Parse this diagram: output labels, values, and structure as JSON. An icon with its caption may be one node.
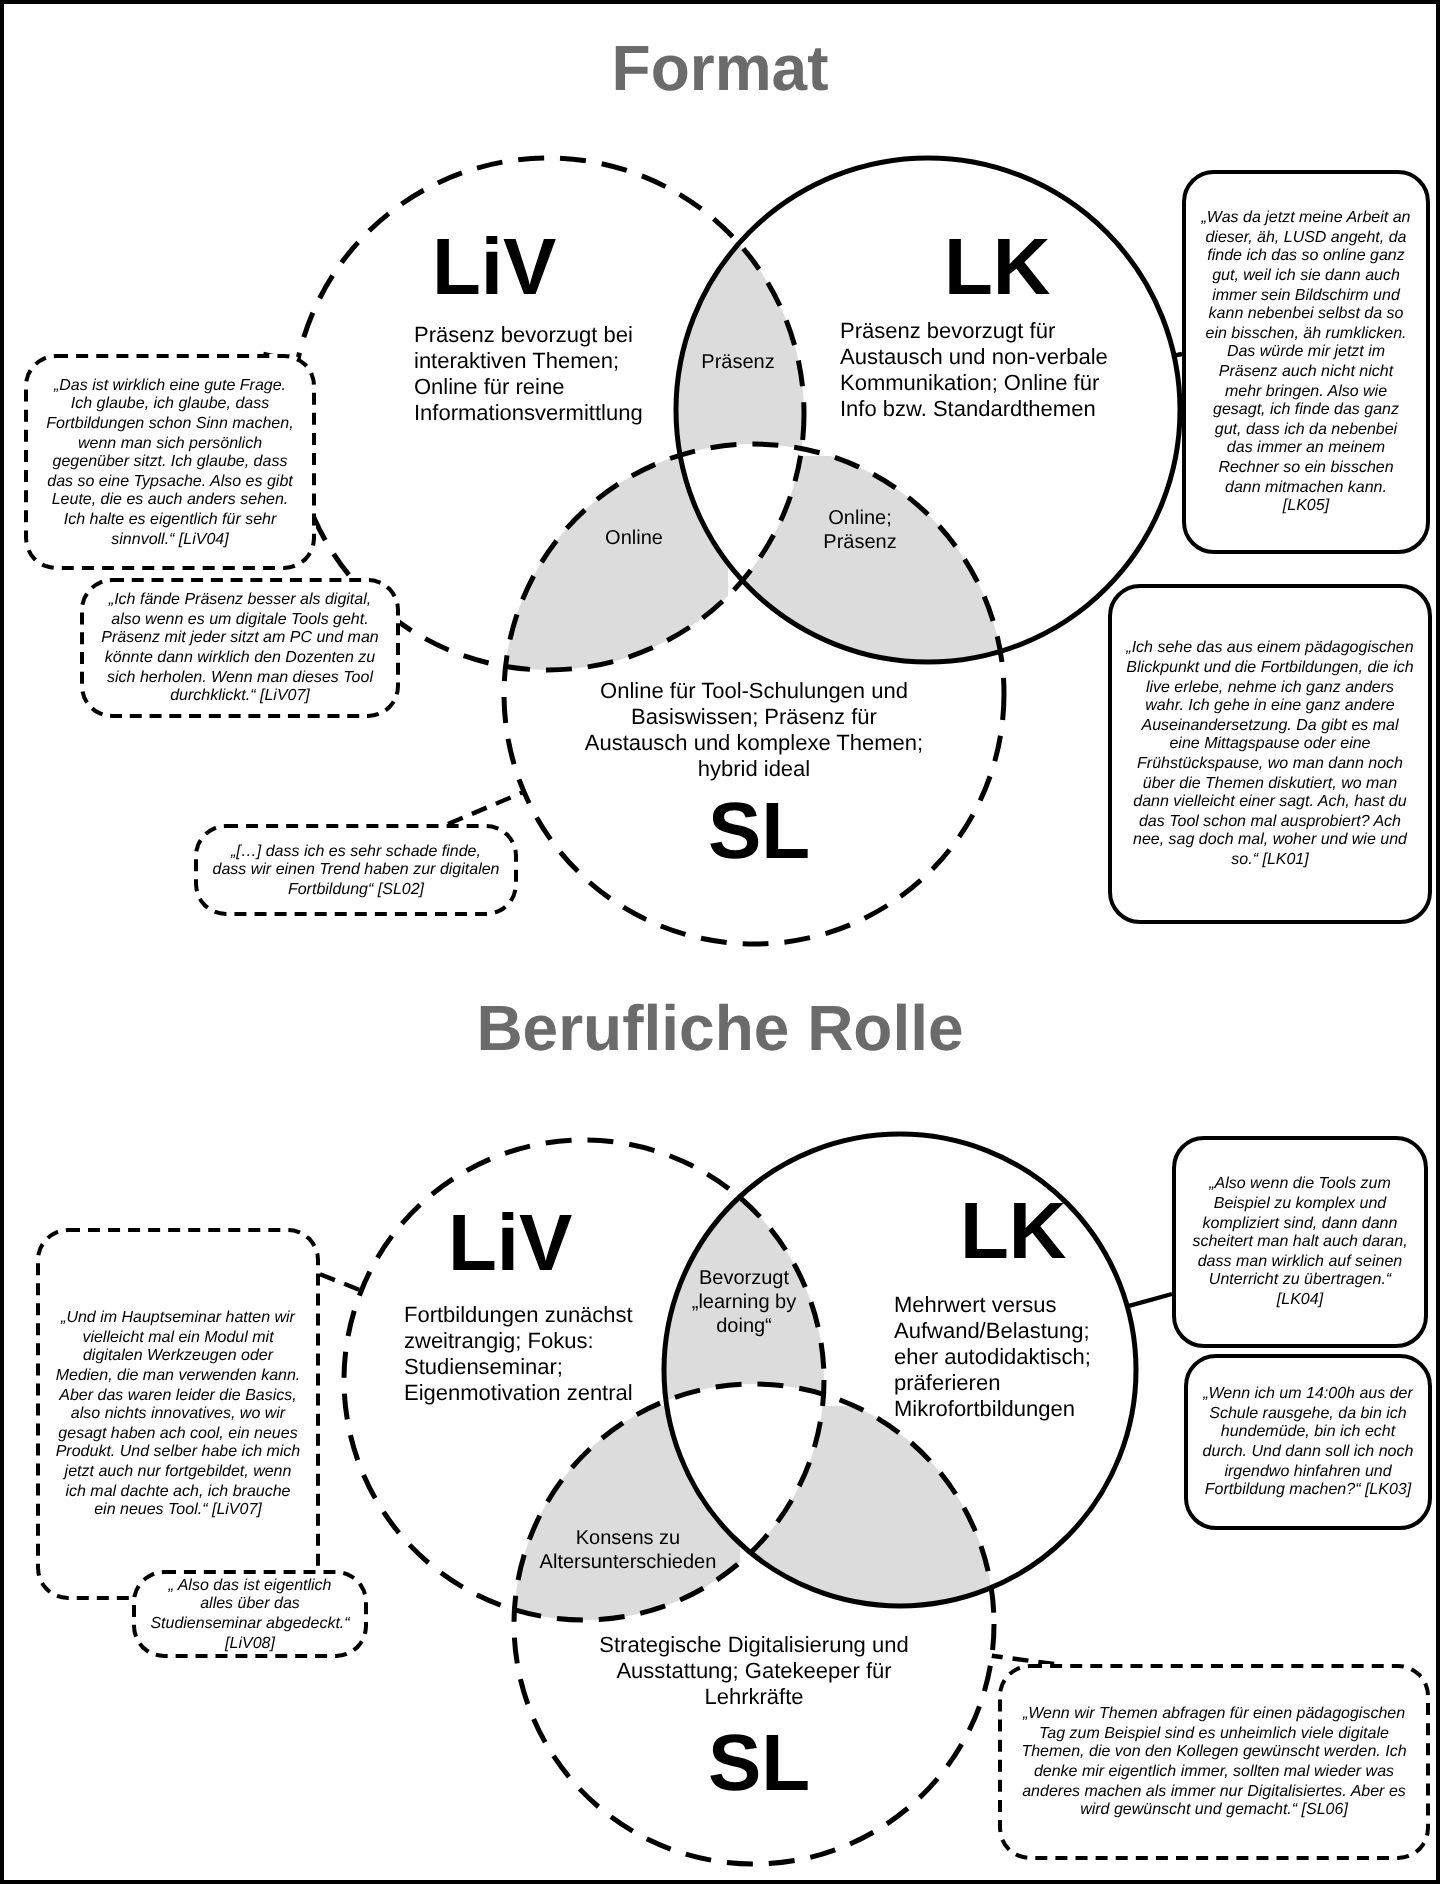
{
  "diagram": {
    "nodes": [
      {
        "text": [
          "LiV",
          "Präsenz bevorzugt bei interaktiven Themen; Online für reine Informationsvermittlung"
        ]
      },
      {
        "text": [
          "LK",
          "Präsenz bevorzugt für Austausch und non-verbale Kommunikation; Online für Info bzw. Standardthemen"
        ]
      },
      {
        "text": [
          "Online für Tool-Schulungen und Basiswissen; Präsenz für Austausch und komplexe Themen; hybrid ideal",
          "SL"
        ]
      },
      {
        "text": [
          "Präsenz"
        ]
      },
      {
        "text": [
          "Online"
        ]
      },
      {
        "text": [
          "Online; Präsenz"
        ]
      },
      {
        "text": [
          "„Das ist wirklich eine gute Frage. Ich glaube, ich glaube, dass Fortbildungen schon Sinn machen, wenn man sich persönlich gegenüber sitzt. Ich glaube, dass das so eine Typsache. Also es gibt Leute, die es auch anders sehen. Ich halte es eigentlich für sehr sinnvoll.“ [LiV04]"
        ]
      },
      {
        "text": [
          "„Ich fände Präsenz besser als digital, also wenn es um digitale Tools geht. Präsenz mit jeder sitzt am PC und man könnte dann wirklich den Dozenten zu sich herholen. Wenn man dieses Tool durchklickt.“ [LiV07]"
        ]
      },
      {
        "text": [
          "„[…] dass ich es sehr schade finde, dass wir einen Trend haben zur digitalen Fortbildung“ [SL02]"
        ]
      },
      {
        "text": [
          "„Was da jetzt meine Arbeit an dieser, äh, LUSD angeht, da finde ich das so online ganz gut, weil ich sie dann auch immer sein Bildschirm und kann nebenbei selbst da so ein bisschen, äh rumklicken. Das würde mir jetzt im Präsenz auch nicht nicht mehr bringen. Also wie gesagt, ich finde das ganz gut, dass ich da nebenbei das immer an meinem Rechner so ein bisschen dann mitmachen kann. [LK05]"
        ]
      },
      {
        "text": [
          "„Ich sehe das aus einem pädagogischen Blickpunkt und die Fortbildungen, die ich live erlebe, nehme ich ganz anders wahr. Ich gehe in eine ganz andere Auseinandersetzung. Da gibt es mal eine Mittagspause oder eine Frühstückspause, wo man dann noch über die Themen diskutiert, wo man dann vielleicht einer sagt. Ach, hast du das Tool schon mal ausprobiert? Ach nee, sag doch mal, woher und wie und so.“ [LK01]"
        ]
      },
      {
        "text": [
          "LiV",
          "Fortbildungen zunächst zweitrangig; Fokus: Studienseminar; Eigenmotivation zentral"
        ]
      },
      {
        "text": [
          "LK",
          "Mehrwert versus Aufwand/Belastung; eher autodidaktisch; präferieren Mikrofortbildungen"
        ]
      },
      {
        "text": [
          "Strategische Digitalisierung und Ausstattung; Gatekeeper für Lehrkräfte",
          "SL"
        ]
      },
      {
        "text": [
          "Bevorzugt „learning by doing“"
        ]
      },
      {
        "text": [
          "Konsens zu Altersunterschieden"
        ]
      },
      {
        "text": [],
        "shape": "lens"
      },
      {
        "text": [
          "„Und im Hauptseminar hatten wir vielleicht mal ein Modul mit digitalen Werkzeugen oder Medien, die man verwenden kann. Aber das waren leider die Basics, also nichts innovatives, wo wir gesagt haben ach cool, ein neues Produkt. Und selber habe ich mich jetzt auch nur fortgebildet, wenn ich mal dachte ach, ich brauche ein neues Tool.“ [LiV07]"
        ]
      },
      {
        "text": [
          "„ Also das ist eigentlich alles über das Studienseminar abgedeckt.“ [LiV08]"
        ]
      },
      {
        "text": [
          "„Also wenn die Tools zum Beispiel zu komplex und kompliziert sind, dann dann scheitert man halt auch daran, dass man wirklich auf seinen Unterricht zu übertragen.“ [LK04]"
        ]
      },
      {
        "text": [
          "„Wenn ich um 14:00h aus der Schule rausgehe, da bin ich hundemüde, bin ich echt durch. Und dann soll ich noch irgendwo hinfahren und Fortbildung machen?“ [LK03]"
        ]
      },
      {
        "text": [
          "„Wenn wir Themen abfragen für einen pädagogischen Tag zum Beispiel sind es unheimlich viele digitale Themen, die von den Kollegen gewünscht werden. Ich denke mir eigentlich immer, sollten mal wieder was anderes machen als immer nur Digitalisiertes. Aber es wird gewünscht und gemacht.“ [SL06]"
        ]
      }
    ],
    "edges": [
      {
        "from": 6,
        "to": 0,
        "arrow": "none",
        "style": "dashed"
      },
      {
        "from": 8,
        "to": 2,
        "arrow": "none",
        "style": "dashed"
      },
      {
        "from": 9,
        "to": 1,
        "arrow": "none"
      },
      {
        "from": 17,
        "to": 11,
        "arrow": "none",
        "style": "dashed"
      },
      {
        "from": 19,
        "to": 12,
        "arrow": "none"
      },
      {
        "from": 21,
        "to": 13,
        "arrow": "none",
        "style": "dashed"
      }
    ],
    "labels": [
      "Format",
      "Berufliche Rolle"
    ]
  }
}
